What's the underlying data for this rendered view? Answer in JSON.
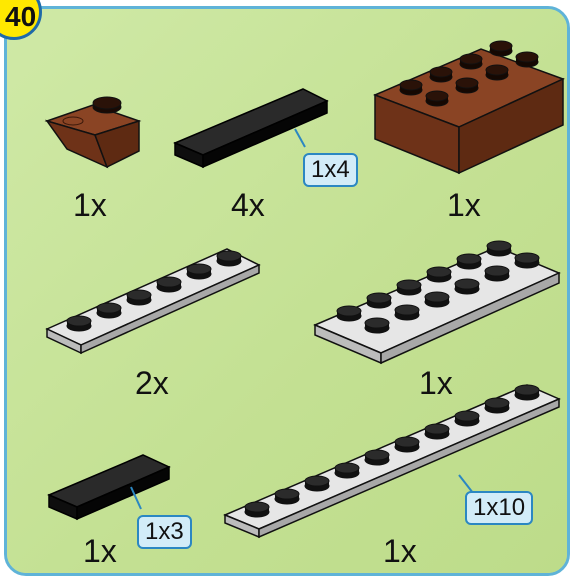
{
  "step_number": "40",
  "parts": [
    {
      "id": "slope-brown",
      "qty": "1x",
      "color": "#7a3a1e"
    },
    {
      "id": "tile-black-1x4",
      "qty": "4x",
      "size_tag": "1x4",
      "color": "#111111"
    },
    {
      "id": "brick-brown-2x4",
      "qty": "1x",
      "color": "#7a3a1e"
    },
    {
      "id": "plate-gray-1x6",
      "qty": "2x",
      "color": "#d8d8d8"
    },
    {
      "id": "plate-gray-2x6",
      "qty": "1x",
      "color": "#d8d8d8"
    },
    {
      "id": "tile-black-1x3",
      "qty": "1x",
      "size_tag": "1x3",
      "color": "#111111"
    },
    {
      "id": "plate-gray-1x10",
      "qty": "1x",
      "size_tag": "1x10",
      "color": "#d8d8d8"
    }
  ]
}
